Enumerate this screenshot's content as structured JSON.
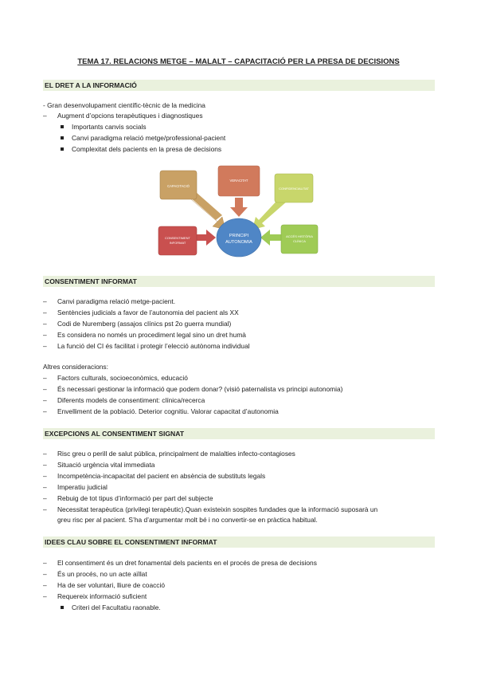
{
  "title": "TEMA 17. RELACIONS METGE – MALALT – CAPACITACIÓ PER LA PRESA DE DECISIONS",
  "sections": {
    "dret": {
      "heading": "EL DRET A LA INFORMACIÓ",
      "intro": "- Gran desenvolupament científic-tècnic de la medicina",
      "item1": "Augment d’opcions terapèutiques i diagnostiques",
      "sub1": "Importants canvis socials",
      "sub2": "Canvi paradigma relació metge/professional-pacient",
      "sub3": "Complexitat dels pacients en la presa   de decisions"
    },
    "diagram": {
      "center": [
        "PRINCIPI",
        "AUTONOMIA"
      ],
      "capacitat": "CAPACITACIÓ",
      "veracitat": "VERACITAT",
      "confidencialitat": "CONFIDENCIALITAT",
      "consentiment": [
        "CONSENTIMENT",
        "INFORMAT"
      ],
      "acces": [
        "ACCÉS HISTÒRIA",
        "CLÍNICA"
      ],
      "colors": {
        "capacitat": "#c9a165",
        "veracitat": "#d17a5c",
        "confidencialitat": "#c8d66b",
        "consentiment": "#c9504f",
        "acces": "#9fcb56",
        "center": "#4f86c6"
      }
    },
    "consentiment": {
      "heading": "CONSENTIMENT INFORMAT",
      "items": [
        "Canvi paradigma relació metge-pacient.",
        "Sentències judicials a favor de l’autonomia del pacient als XX",
        "Codi de Nuremberg (assajos clínics pst 2o guerra mundial)",
        "Es considera no només un procediment legal sino un dret humà",
        "La funció del CI és facilitat i protegir l’elecció autònoma individual"
      ],
      "altres": "Altres consideracions:",
      "items2": [
        "Factors culturals, socioeconòmics, educació",
        "És necessari gestionar la informació que podem donar? (visió paternalista vs principi   autonomia)",
        "Diferents models de consentiment: clínica/recerca",
        "Envelliment de la població. Deterior cognitiu. Valorar capacitat d’autonomia"
      ]
    },
    "excepcions": {
      "heading": "EXCEPCIONS AL CONSENTIMENT SIGNAT",
      "items": [
        "Risc greu o perill de salut pública, principalment de malalties infecto-contagioses",
        "Situació urgència vital immediata",
        "Incompetència-incapacitat del pacient en absència de substituts legals",
        "Imperatiu judicial",
        "Rebuig de tot tipus d’informació per part del subjecte",
        "Necessitat terapèutica (privilegi terapèutic).Quan existeixin sospites fundades que la    informació suposarà un"
      ],
      "cont": "greu risc per al pacient. S’ha d’argumentar molt bé i no convertir-se en pràctica habitual."
    },
    "idees": {
      "heading": "IDEES CLAU SOBRE EL CONSENTIMENT INFORMAT",
      "items": [
        "El consentiment és un dret fonamental dels pacients en el procés de presa de decisions",
        "És un procés, no un acte aïllat",
        "Ha de ser voluntari, lliure de coacció",
        "Requereix informació suficient"
      ],
      "sub": "Criteri del Facultatiu raonable."
    }
  }
}
